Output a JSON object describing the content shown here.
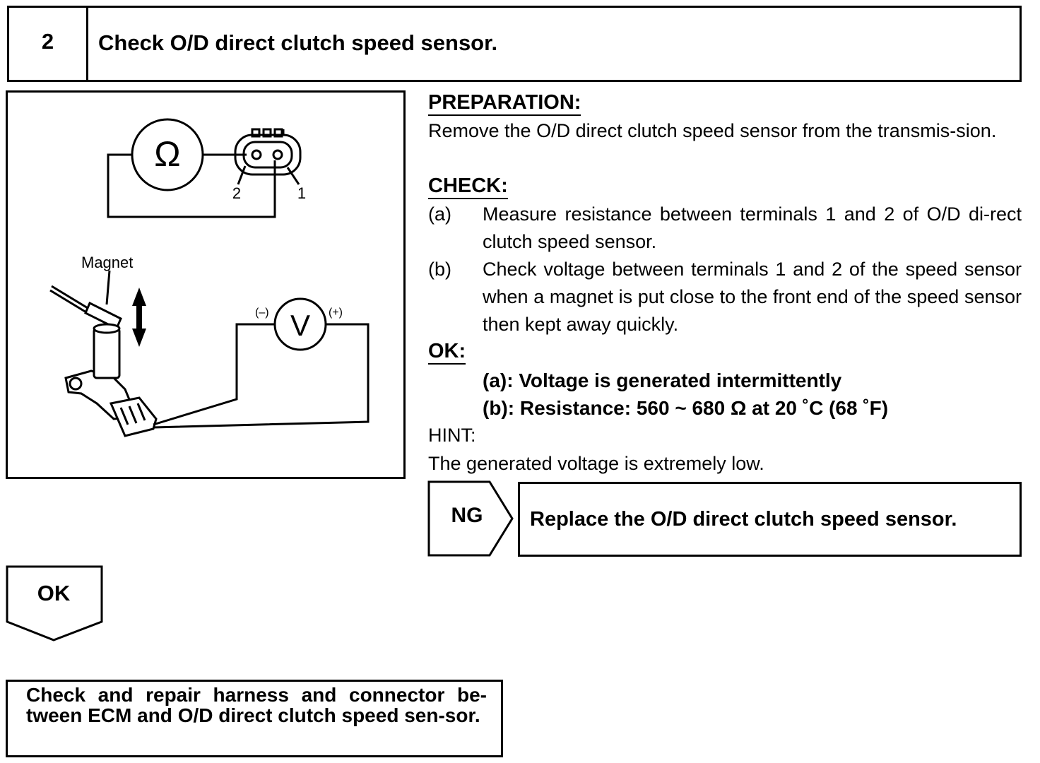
{
  "header": {
    "step_number": "2",
    "title": "Check O/D direct clutch speed sensor."
  },
  "figure": {
    "ohmmeter_symbol": "Ω",
    "terminal_2": "2",
    "terminal_1": "1",
    "magnet_label": "Magnet",
    "voltmeter_symbol": "V",
    "minus_label": "(–)",
    "plus_label": "(+)"
  },
  "preparation": {
    "heading": "PREPARATION:",
    "text": "Remove the O/D direct clutch speed sensor from the transmis-sion."
  },
  "check": {
    "heading": "CHECK:",
    "items": [
      {
        "label": "(a)",
        "text": "Measure resistance between terminals 1 and 2 of O/D di-rect clutch speed sensor."
      },
      {
        "label": "(b)",
        "text": "Check voltage between terminals 1 and 2 of the speed sensor when a magnet is put close to the front end of the speed sensor then kept away quickly."
      }
    ]
  },
  "ok": {
    "heading": "OK:",
    "a": "(a): Voltage is generated intermittently",
    "b": "(b): Resistance: 560 ~ 680 Ω at 20 ˚C (68 ˚F)"
  },
  "hint": {
    "heading": "HINT:",
    "text": "The generated voltage is extremely low."
  },
  "ng": {
    "label": "NG",
    "action": "Replace the O/D direct clutch speed sensor."
  },
  "ok_branch": {
    "label": "OK",
    "action": "Check and repair harness and connector be-tween ECM and O/D direct clutch speed sen-sor."
  }
}
